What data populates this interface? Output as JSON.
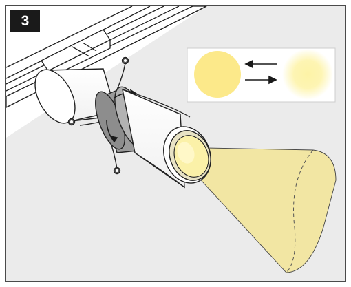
{
  "step": {
    "number": "3"
  },
  "colors": {
    "background": "#ffffff",
    "frame": "#4a4a4a",
    "wall": "#ebebeb",
    "ceiling": "#ffffff",
    "beam": "#f2e6a3",
    "lens_glow": "#fbf1a8",
    "focus_sharp": "#fce98a",
    "focus_soft": "#fdf0a0",
    "outline": "#222222",
    "rotation_ring": "#9a9a9a",
    "badge": "#1a1a1a"
  },
  "icons": {
    "focus_sharp": "sharp-light-disc",
    "focus_soft": "soft-light-disc",
    "rotate": "rotate-arrows"
  }
}
